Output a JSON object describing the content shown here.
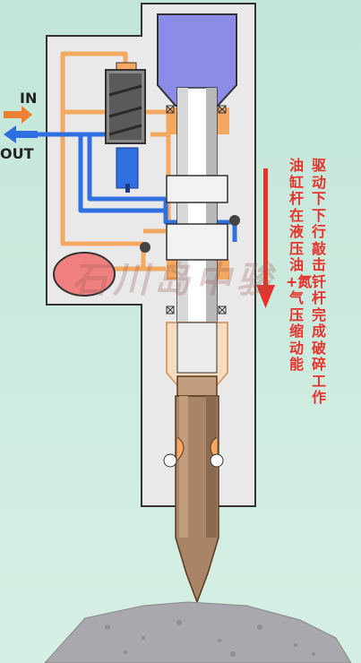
{
  "labels": {
    "in": "IN",
    "out": "OUT"
  },
  "caption": {
    "col1": "驱动下下行敲击钎杆完成破碎工作",
    "col2": "油缸杆在液压油+氮气压缩动能"
  },
  "watermark": "石川岛中骏",
  "colors": {
    "background": "#c8e8dc",
    "body": "#e9e9e9",
    "oil_supply": "#f4a860",
    "oil_return": "#2f6fe0",
    "nitrogen_chamber": "#8c8ce8",
    "accumulator": "#f08080",
    "chisel": "#a98466",
    "rock": "#a8a8ae",
    "motion_arrow": "#e8322c"
  }
}
